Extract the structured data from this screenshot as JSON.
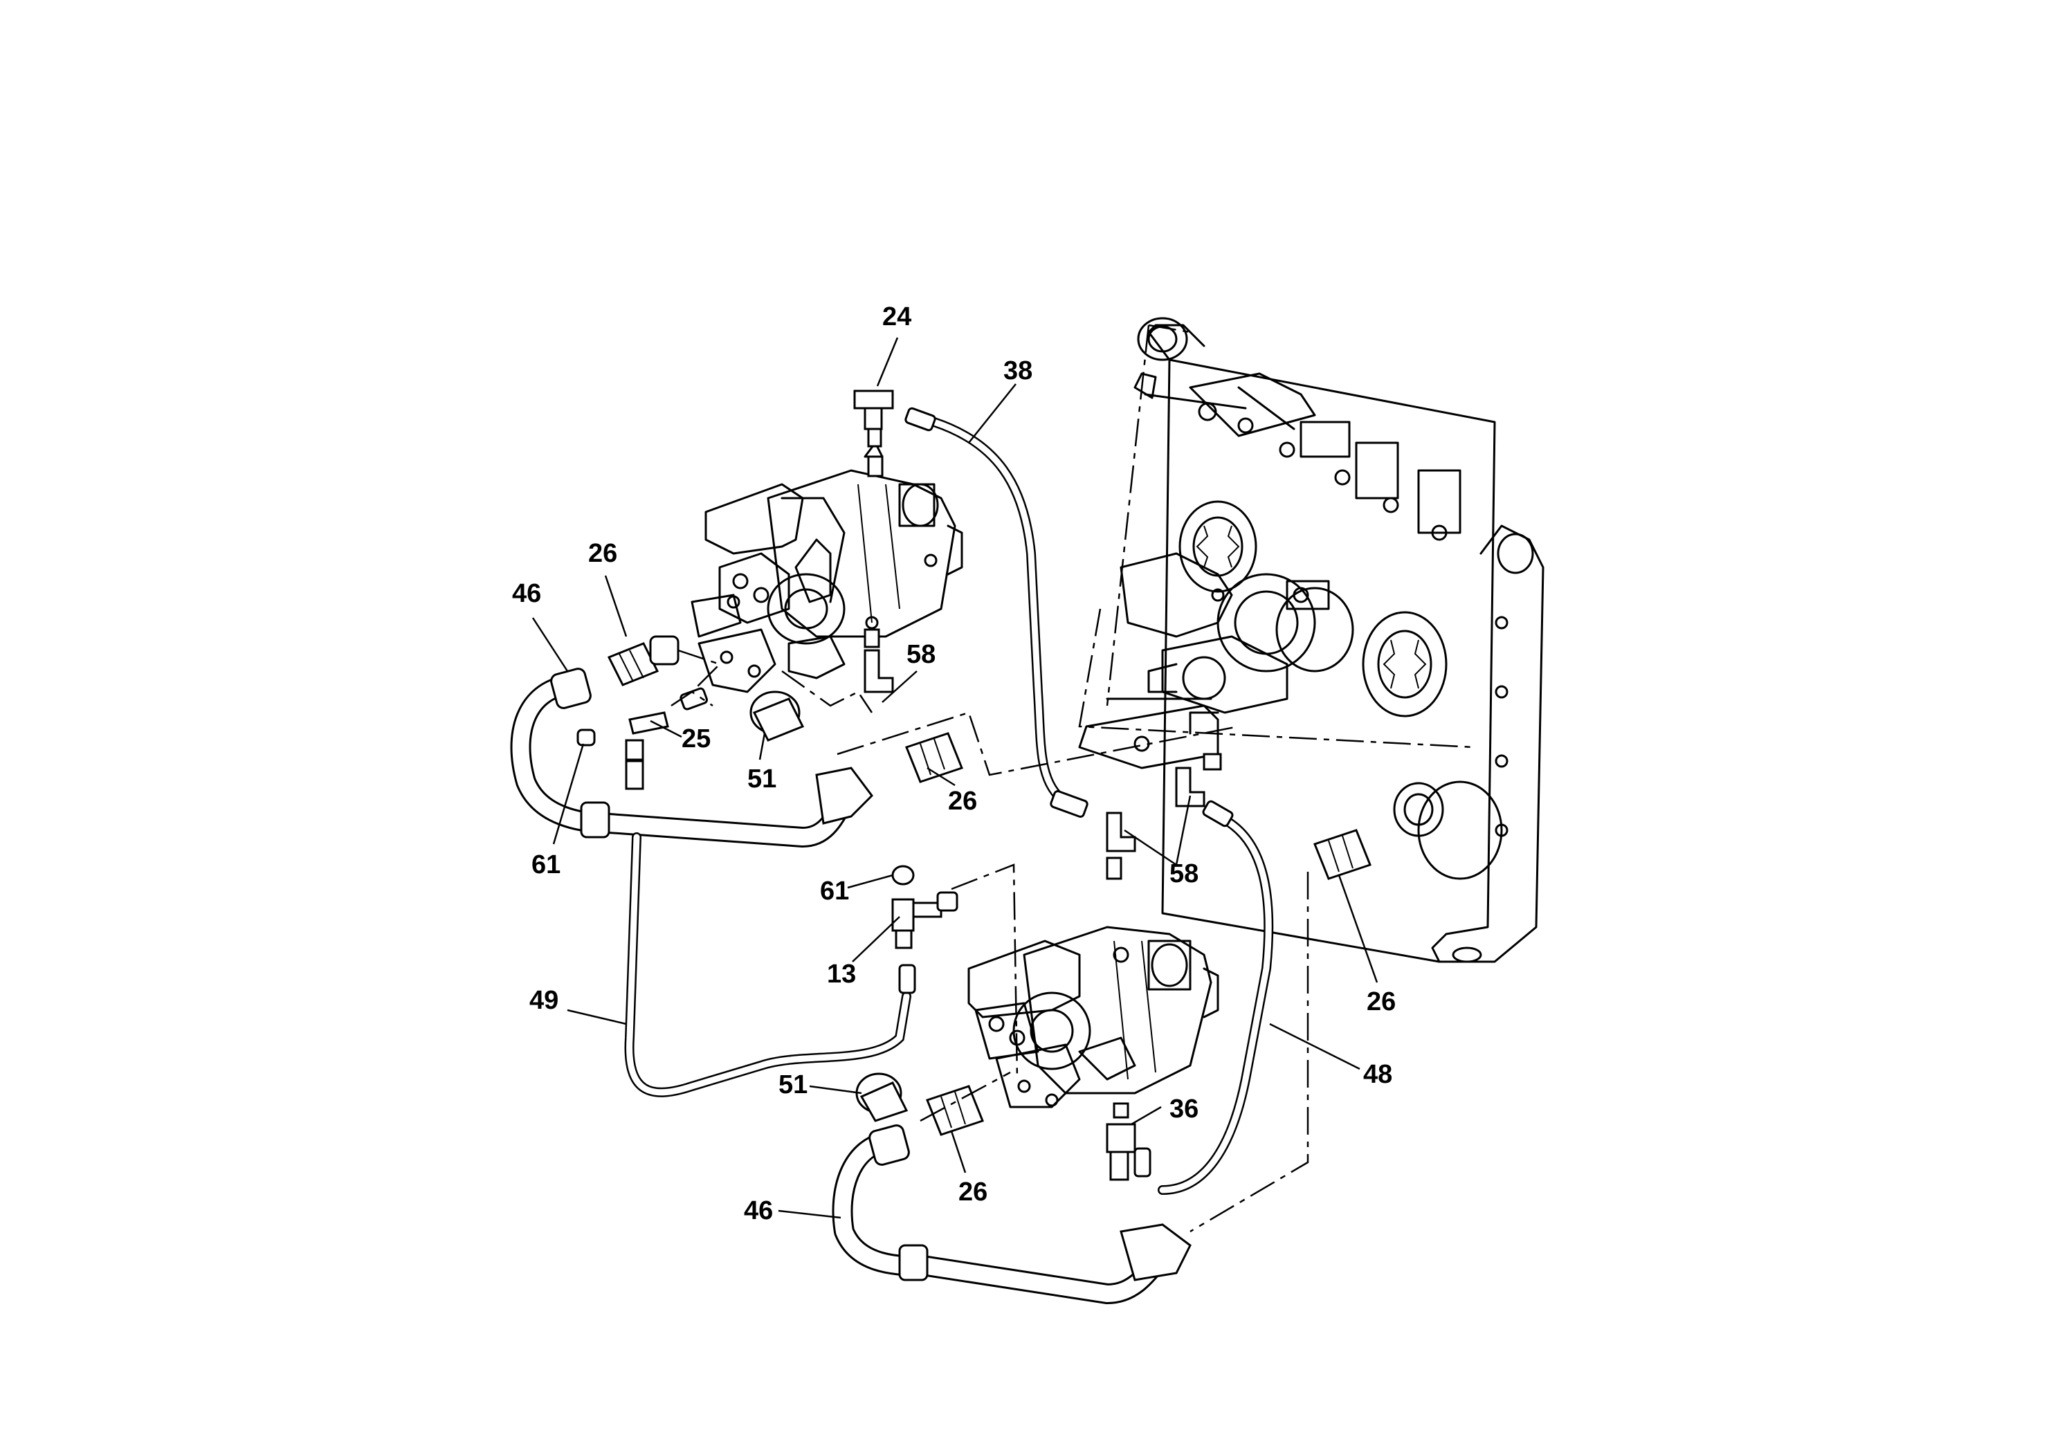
{
  "labels": {
    "l24": "24",
    "l38": "38",
    "l26a": "26",
    "l46a": "46",
    "l58a": "58",
    "l25": "25",
    "l51a": "51",
    "l26b": "26",
    "l61a": "61",
    "l58b": "58",
    "l61b": "61",
    "l13": "13",
    "l26c": "26",
    "l49": "49",
    "l48": "48",
    "l51b": "51",
    "l36": "36",
    "l26d": "26",
    "l46b": "46"
  }
}
